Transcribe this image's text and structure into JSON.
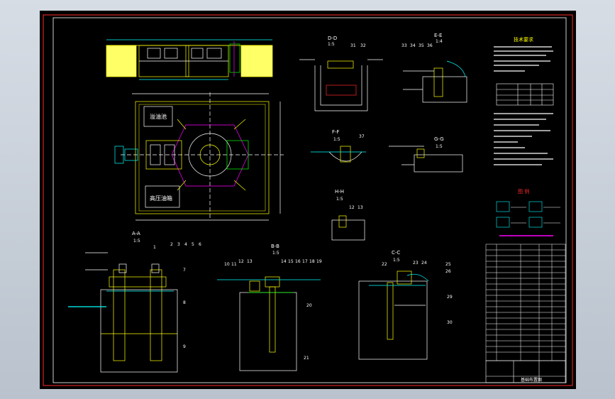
{
  "colors": {
    "background": "#000000",
    "frame": "#ff0000",
    "yellow": "#ffff00",
    "white": "#ffffff",
    "cyan": "#00ffff",
    "green": "#00ff00",
    "magenta": "#ff00ff"
  },
  "sections": {
    "D": {
      "label": "D-D",
      "scale": "1:5",
      "balloons": [
        "31",
        "32"
      ]
    },
    "E": {
      "label": "E-E",
      "scale": "1:4",
      "balloons": [
        "33",
        "34",
        "35",
        "36"
      ]
    },
    "F": {
      "label": "F-F",
      "scale": "1:5",
      "balloons": [
        "37"
      ]
    },
    "G": {
      "label": "G-G",
      "scale": "1:5"
    },
    "H": {
      "label": "H-H",
      "scale": "1:5",
      "balloons": [
        "12",
        "13"
      ]
    },
    "A": {
      "label": "A-A",
      "scale": "1:5",
      "balloons": [
        "1",
        "2",
        "3",
        "4",
        "5",
        "6",
        "7",
        "8",
        "9"
      ]
    },
    "B": {
      "label": "B-B",
      "scale": "1:5",
      "balloons": [
        "10",
        "11",
        "12",
        "13",
        "14",
        "15",
        "16",
        "17",
        "18",
        "19",
        "20",
        "21"
      ]
    },
    "C": {
      "label": "C-C",
      "scale": "1:5",
      "balloons": [
        "22",
        "23",
        "24",
        "25",
        "26",
        "29",
        "30"
      ]
    }
  },
  "plan": {
    "label_top_left": "溢油池",
    "label_bottom_left": "高压油箱"
  },
  "notes": {
    "title": "技术要求",
    "legend_title": "图 例"
  },
  "title_block": {
    "drawing_name": "基础布置图"
  }
}
